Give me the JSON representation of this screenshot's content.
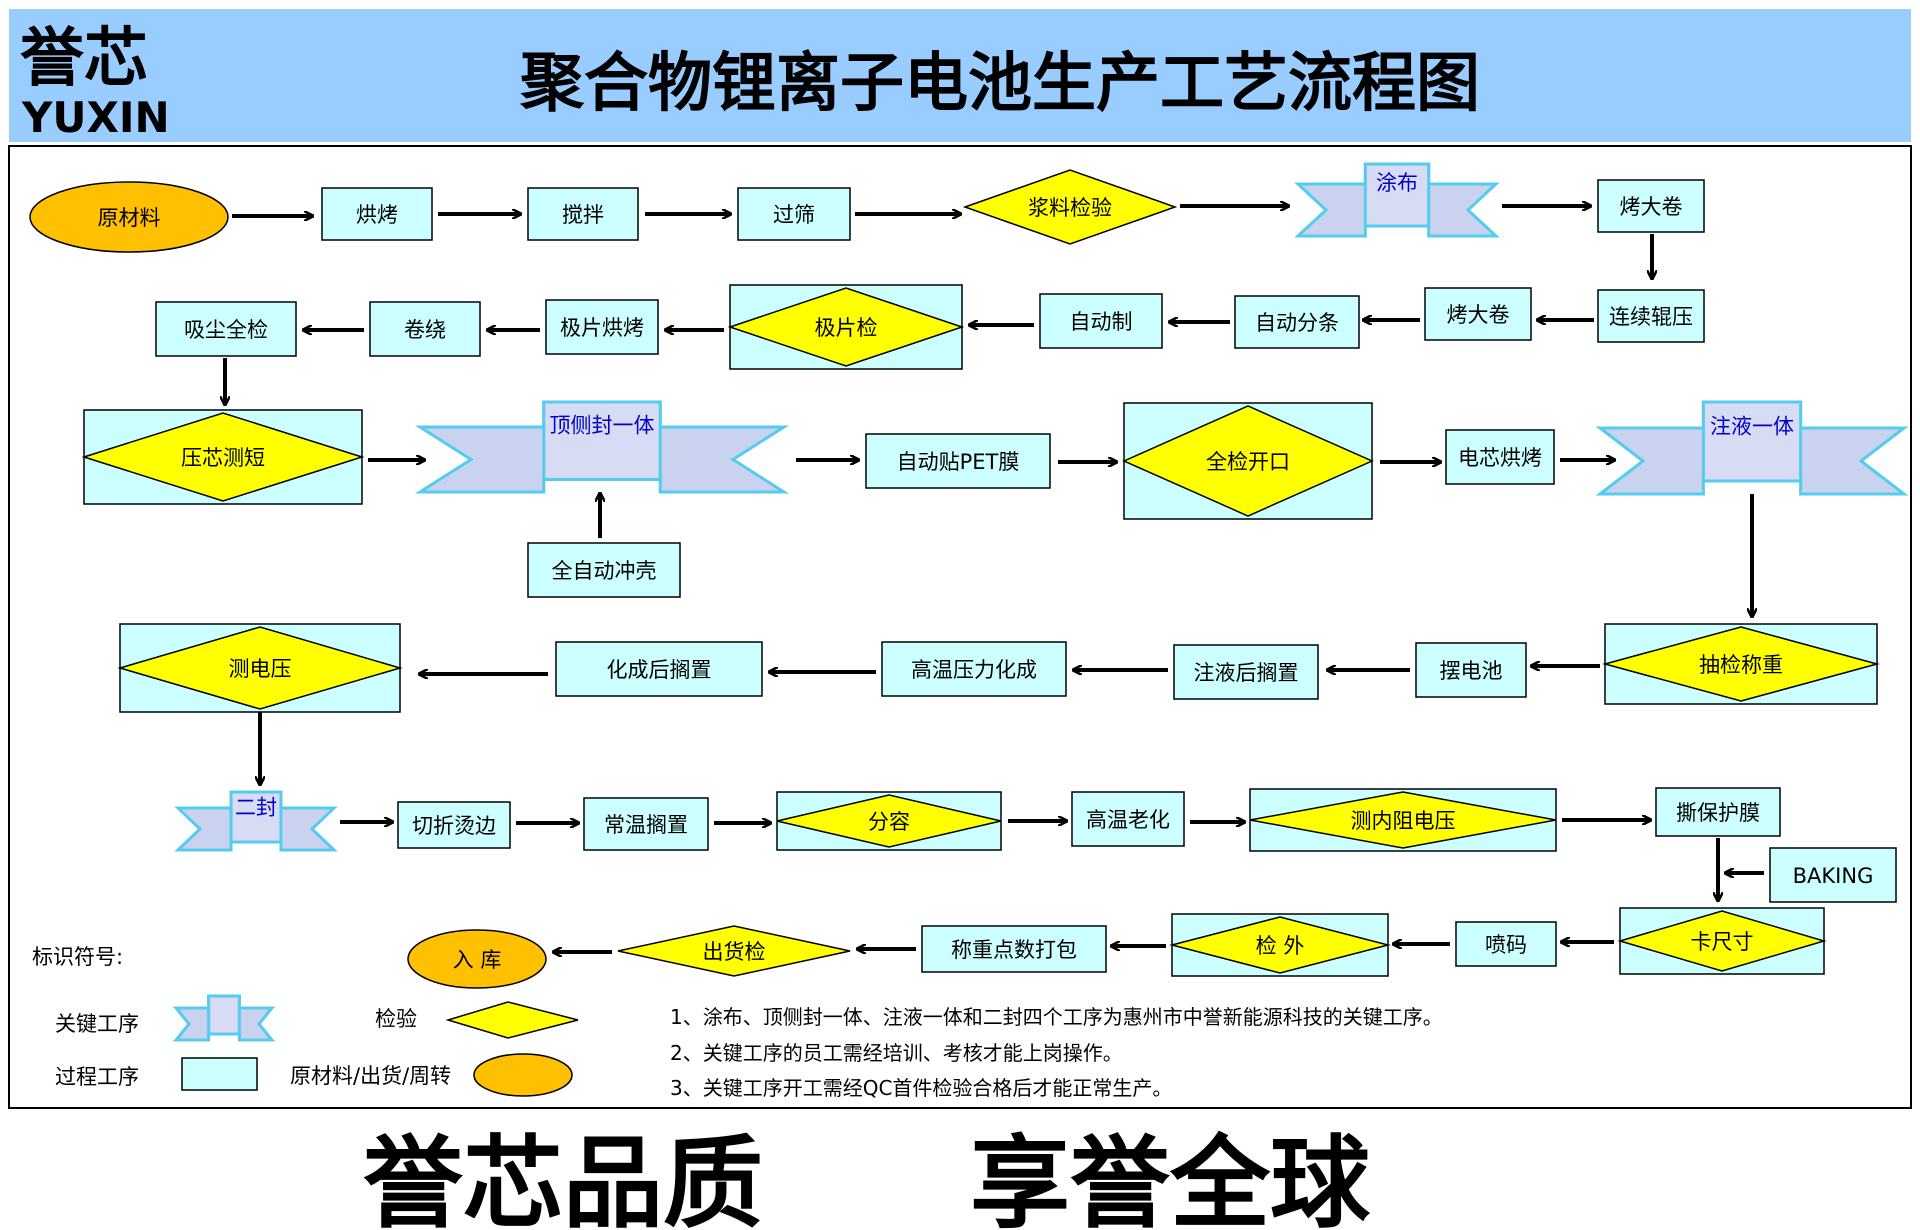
{
  "logo": {
    "chinese": "誉芯",
    "latin": "YUXIN"
  },
  "title": "聚合物锂离子电池生产工艺流程图",
  "steps": {
    "s01": "原材料",
    "s02": "烘烤",
    "s03": "搅拌",
    "s04": "过筛",
    "s05": "浆料检验",
    "s06": "涂布",
    "s07": "烤大卷",
    "s08": "连续辊压",
    "s09": "烤大卷",
    "s10": "自动分条",
    "s11": "自动制",
    "s12": "极片检",
    "s13": "极片烘烤",
    "s14": "卷绕",
    "s15": "吸尘全检",
    "s16": "压芯测短",
    "s17": "顶侧封一体",
    "s18": "全自动冲壳",
    "s19": "自动贴PET膜",
    "s20": "全检开口",
    "s21": "电芯烘烤",
    "s22": "注液一体",
    "s23": "抽检称重",
    "s24": "摆电池",
    "s25": "注液后搁置",
    "s26": "高温压力化成",
    "s27": "化成后搁置",
    "s28": "测电压",
    "s29": "二封",
    "s30": "切折烫边",
    "s31": "常温搁置",
    "s32": "分容",
    "s33": "高温老化",
    "s34": "测内阻电压",
    "s35": "撕保护膜",
    "s36": "BAKING",
    "s37": "卡尺寸",
    "s38": "喷码",
    "s39": "检 外",
    "s40": "称重点数打包",
    "s41": "出货检",
    "s42": "入 库"
  },
  "legend": {
    "title": "标识符号:",
    "key_process": "关键工序",
    "inspection": "检验",
    "process": "过程工序",
    "material": "原材料/出货/周转"
  },
  "notes": [
    "1、涂布、顶侧封一体、注液一体和二封四个工序为惠州市中誉新能源科技的关键工序。",
    "2、关键工序的员工需经培训、考核才能上岗操作。",
    "3、关键工序开工需经QC首件检验合格后才能正常生产。"
  ],
  "slogan": {
    "left": "誉芯品质",
    "right": "享誉全球"
  },
  "colors": {
    "header_bg": "#99ccff",
    "process_fill": "#ccffff",
    "diamond_fill": "#ffff00",
    "material_fill": "#ffc000",
    "ribbon_fill": "#c9d3f0",
    "ribbon_stroke": "#55ccee",
    "key_text": "#0000cc",
    "line": "#000000"
  }
}
